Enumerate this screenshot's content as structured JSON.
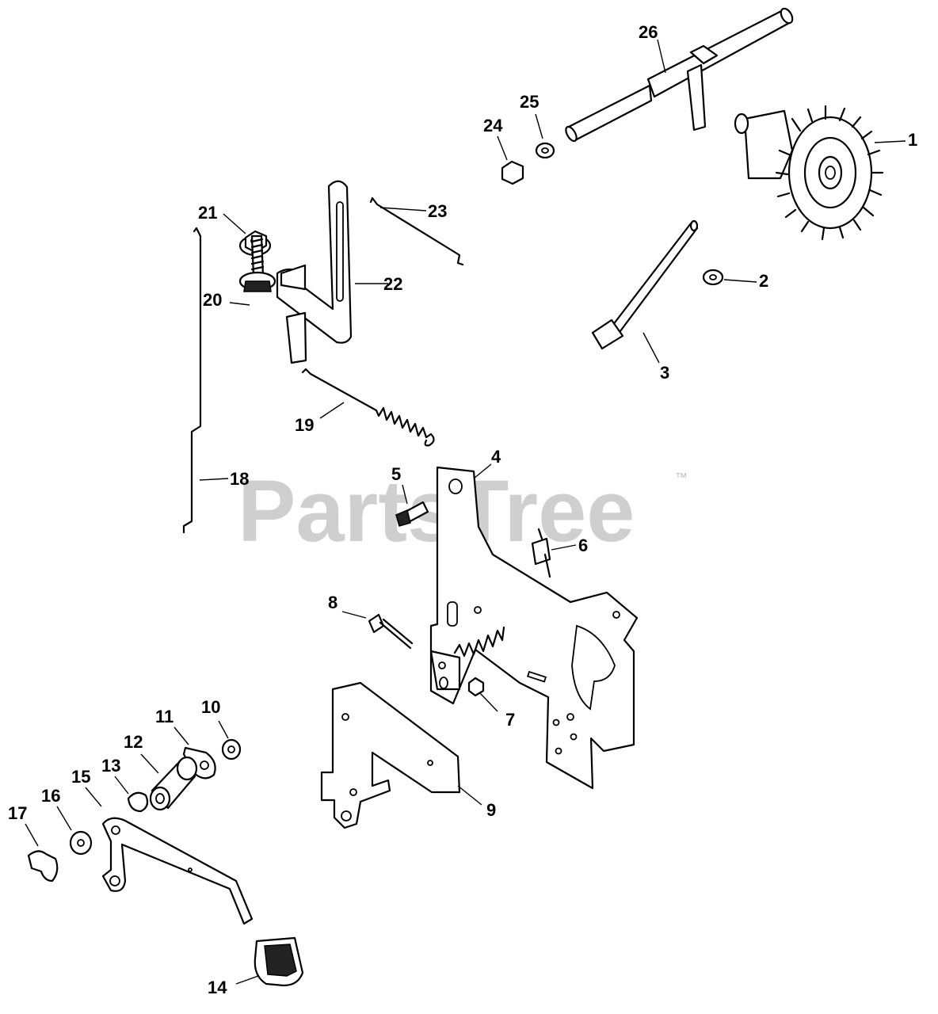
{
  "watermark": {
    "text": "PartsTree",
    "trademark": "™"
  },
  "callouts": [
    "1",
    "2",
    "3",
    "4",
    "5",
    "6",
    "7",
    "8",
    "9",
    "10",
    "11",
    "12",
    "13",
    "14",
    "15",
    "16",
    "17",
    "18",
    "19",
    "20",
    "21",
    "22",
    "23",
    "24",
    "25",
    "26"
  ]
}
